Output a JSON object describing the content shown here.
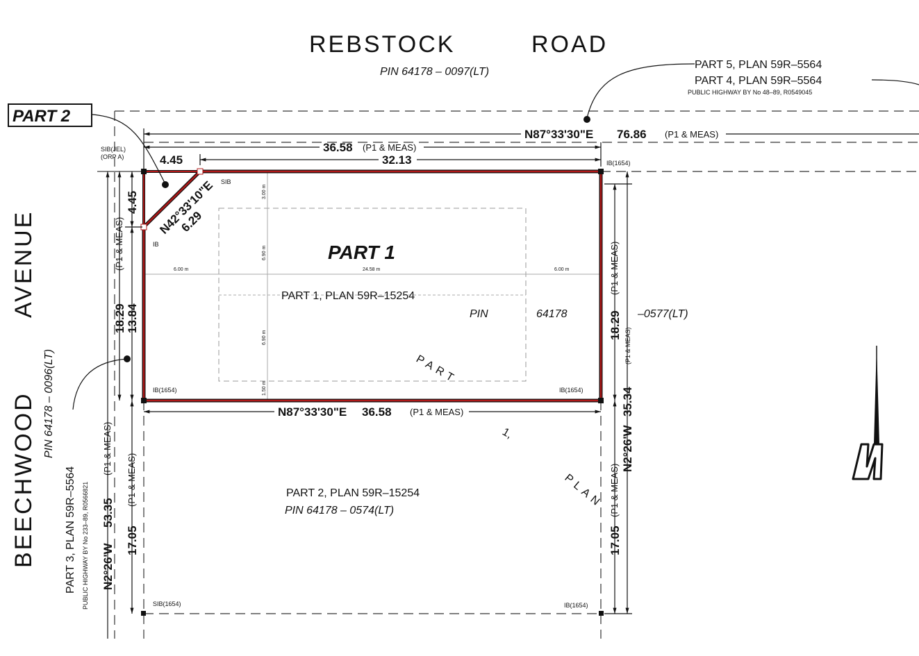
{
  "roads": {
    "top": {
      "name_1": "REBSTOCK",
      "name_2": "ROAD",
      "pin": "PIN  64178  –  0097(LT)"
    },
    "left": {
      "name_1": "BEECHWOOD",
      "name_2": "AVENUE",
      "pin": "PIN  64178  –  0096(LT)"
    }
  },
  "callouts": {
    "part5": "PART 5,    PLAN   59R–5564",
    "part4": "PART 4,    PLAN   59R–5564",
    "highway_top": "PUBLIC HIGHWAY BY No 48–89, R0549045",
    "part3": "PART 3,    PLAN   59R–5564",
    "highway_left": "PUBLIC HIGHWAY BY No 233–89, R0566821",
    "part2_box": "PART 2"
  },
  "parts": {
    "part1_title": "PART 1",
    "part1_plan": "PART 1,   PLAN  59R–15254",
    "pin_mid_1": "PIN",
    "pin_mid_2": "64178",
    "pin_mid_3": "–0577(LT)",
    "diag_1": "PART",
    "diag_2": "1,",
    "diag_3": "PLAN",
    "part2_plan": "PART 2,   PLAN  59R–15254",
    "part2_pin": "PIN  64178  –  0574(LT)"
  },
  "dimensions": {
    "top_overall_bearing": "N87°33'30\"E",
    "top_overall": "76.86",
    "pm": "(P1 & MEAS)",
    "top_width": "36.58",
    "top_short": "32.13",
    "corner_h": "4.45",
    "corner_v": "4.45",
    "diag_bearing": "N42°33'10\"E",
    "diag_len": "6.29",
    "bottom_bearing": "N87°33'30\"E",
    "bottom_width": "36.58",
    "left_depth": "18.29",
    "left_partial": "13.84",
    "left_total_bearing": "N2°26'W",
    "left_total": "53.35",
    "left_lower": "17.05",
    "right_depth": "18.29",
    "right_lower": "17.05",
    "right_total": "35.34",
    "right_bearing": "N2°26'W",
    "inner_3": "3.00 m",
    "inner_69a": "6.90 m",
    "inner_69b": "6.90 m",
    "inner_15": "1.50 m",
    "inner_6a": "6.00 m",
    "inner_2458": "24.58 m",
    "inner_6b": "6.00 m"
  },
  "monuments": {
    "sib_jel": "SIB(JEL)",
    "orp": "(ORP A)",
    "ib_tr": "IB(1654)",
    "sib": "SIB",
    "ib": "IB",
    "ib_bl": "IB(1654)",
    "ib_br": "IB(1654)",
    "sib_bottom": "SIB(1654)",
    "ib_bottom": "IB(1654)"
  },
  "colors": {
    "boundary": "#b01818"
  }
}
